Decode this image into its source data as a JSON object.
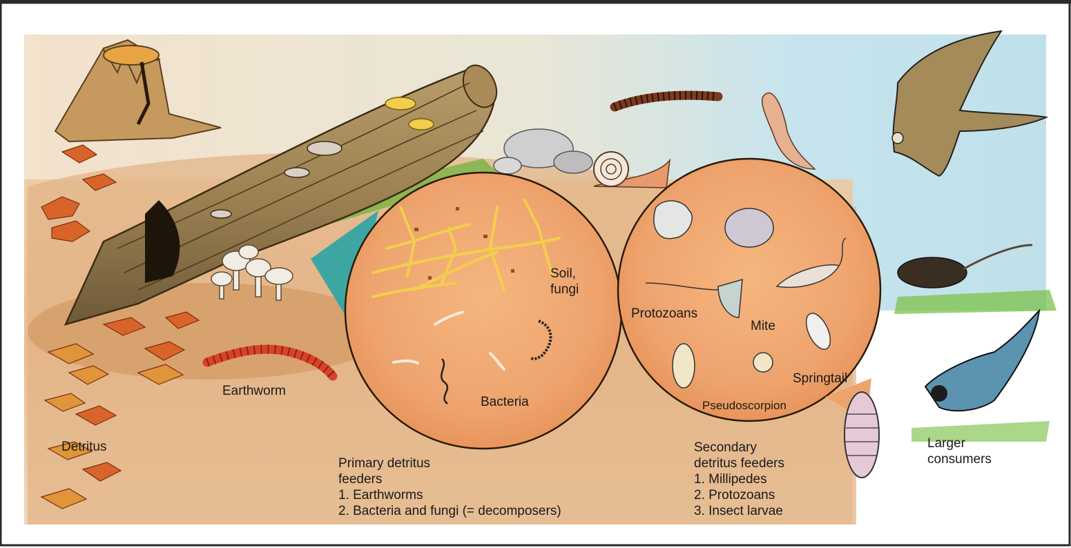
{
  "labels": {
    "detritus": "Detritus",
    "earthworm": "Earthworm",
    "soil_fungi_line1": "Soil,",
    "soil_fungi_line2": "fungi",
    "bacteria": "Bacteria",
    "protozoans": "Protozoans",
    "mite": "Mite",
    "springtail": "Springtail",
    "pseudoscorpion": "Pseudoscorpion",
    "larger_consumers_line1": "Larger",
    "larger_consumers_line2": "consumers"
  },
  "primary": {
    "line1": "Primary detritus",
    "line2": "feeders",
    "item1": "1. Earthworms",
    "item2": "2. Bacteria and fungi (= decomposers)"
  },
  "secondary": {
    "line1": "Secondary",
    "line2": "detritus feeders",
    "item1": "1. Millipedes",
    "item2": "2. Protozoans",
    "item3": "3. Insect larvae"
  },
  "colors": {
    "ground": "#e3b487",
    "sky": "#bfe0ea",
    "circle_fill": "#eea36d",
    "teal_wedge": "#2aa4a4",
    "leaf_orange": "#d8642a",
    "fungi_yellow": "#f2cf4a",
    "earthworm": "#d8422a"
  }
}
